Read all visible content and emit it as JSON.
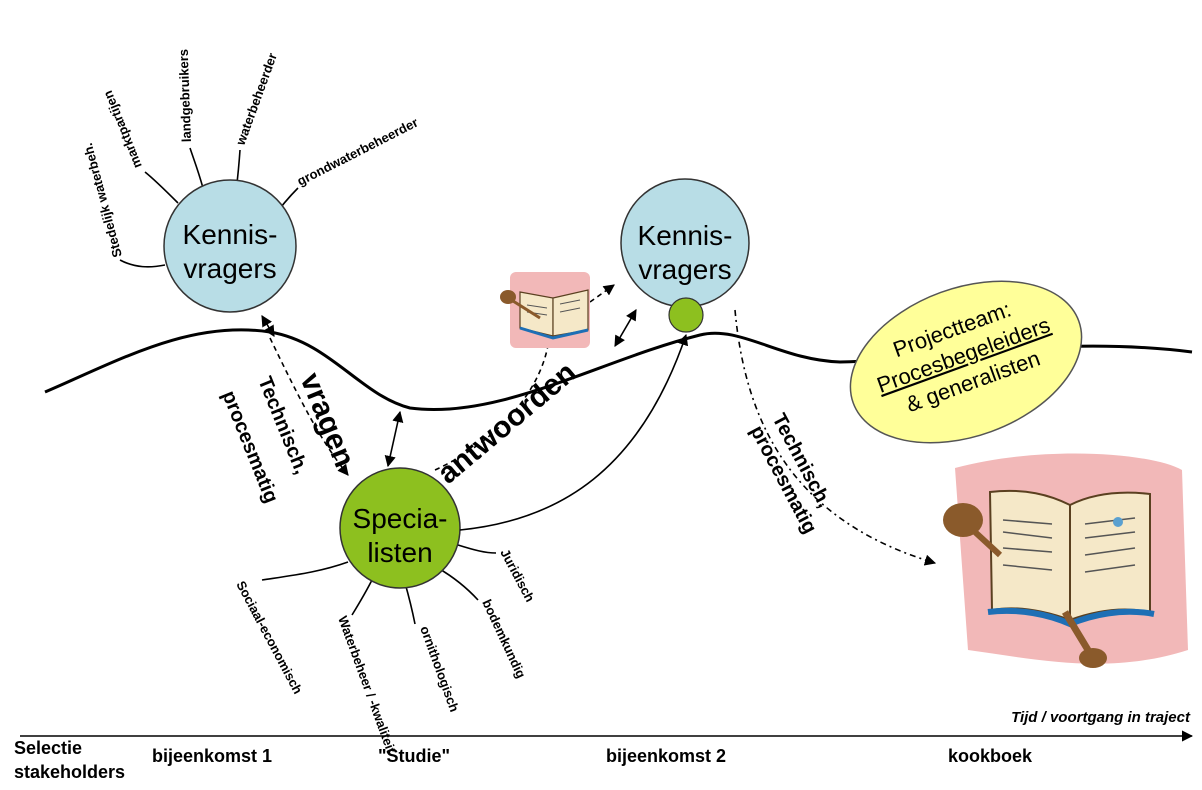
{
  "circles": {
    "left_knowledge": {
      "line1": "Kennis-",
      "line2": "vragers",
      "fill": "#b8dde6"
    },
    "right_knowledge": {
      "line1": "Kennis-",
      "line2": "vragers",
      "fill": "#b8dde6"
    },
    "specialists": {
      "line1": "Specia-",
      "line2": "listen",
      "fill": "#8dc01f"
    }
  },
  "spokes_top": [
    "Stedelijk waterbeh.",
    "marktpartijen",
    "landgebruikers",
    "waterbeheerder",
    "grondwaterbeheerder"
  ],
  "spokes_bottom": [
    "Sociaal-economisch",
    "Waterbeheer / -kwaliteit",
    "ornithologisch",
    "bodemkundig",
    "Juridisch"
  ],
  "flow_labels": {
    "vragen": "vragen",
    "antwoorden": "antwoorden",
    "tech_left_1": "Technisch,",
    "tech_left_2": "procesmatig",
    "tech_right_1": "Technisch,",
    "tech_right_2": "procesmatig"
  },
  "projectteam": {
    "line1": "Projectteam:",
    "line2": "Procesbegeleiders",
    "line3": "& generalisten",
    "fill": "#ffff99"
  },
  "timeline": {
    "axis_label": "Tijd / voortgang in traject",
    "stages": [
      "Selectie",
      "stakeholders",
      "bijeenkomst 1",
      "\"Studie\"",
      "bijeenkomst 2",
      "kookboek"
    ]
  },
  "colors": {
    "book_bg": "#f2b8b8",
    "book_page": "#f5e8c8",
    "book_cover": "#1e6fb5",
    "spoon": "#8a5a2b"
  }
}
